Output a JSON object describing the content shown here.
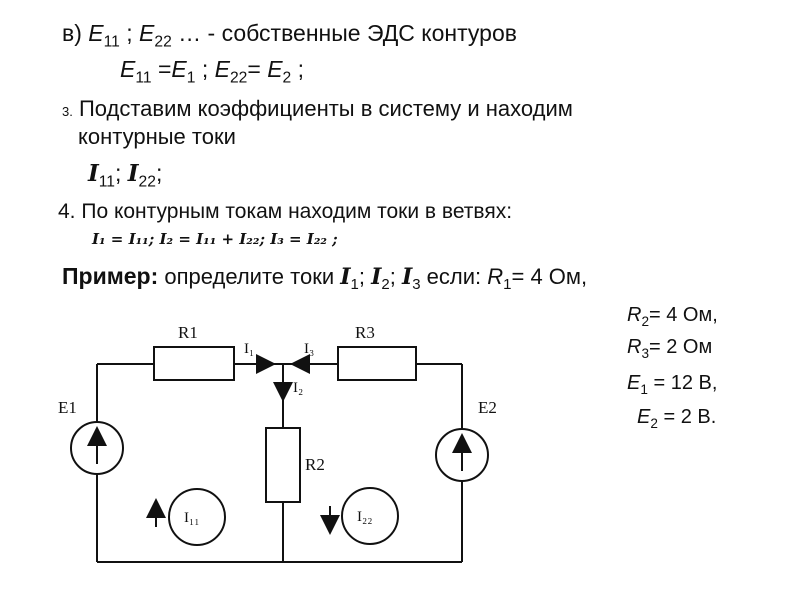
{
  "text": {
    "line1_prefix": "в) ",
    "line1_e": "E",
    "line1_sub1": "11",
    "line1_sep": " ; ",
    "line1_e2": "E",
    "line1_sub2": "22",
    "line1_rest": " … - собственные  ЭДС  контуров",
    "line2_e11": "E",
    "line2_e11_sub": "11",
    "line2_eq1": " =",
    "line2_e1": "E",
    "line2_e1_sub": "1",
    "line2_sep": " ;    ",
    "line2_e22": "E",
    "line2_e22_sub": "22",
    "line2_eq2": "= ",
    "line2_e2": "E",
    "line2_e2_sub": "2",
    "line2_end": "  ;",
    "step3_num": "3.",
    "step3_text_a": " Подставим коэффициенты в систему и находим",
    "step3_text_b": "контурные токи",
    "currents_i": "I",
    "currents_sub1": "11",
    "currents_sep": ";   ",
    "currents_i2": "I",
    "currents_sub2": "22",
    "currents_end": ";",
    "step4": "4.  По контурным токам находим токи в ветвях:",
    "branch_formula": "I₁ = I₁₁;       I₂ = I₁₁ + I₂₂;       I₃ = I₂₂ ;",
    "example_label": "Пример:",
    "example_text": " определите токи  ",
    "ex_i1": "I",
    "ex_i1_sub": "1",
    "ex_sep1": "; ",
    "ex_i2": "I",
    "ex_i2_sub": "2",
    "ex_sep2": "; ",
    "ex_i3": "I",
    "ex_i3_sub": "3",
    "ex_if": "  если: ",
    "r1_sym": "R",
    "r1_sub": "1",
    "r1_val": "= 4 Ом,",
    "r2_sym": "R",
    "r2_sub": "2",
    "r2_val": "= 4 Ом,",
    "r3_sym": "R",
    "r3_sub": "3",
    "r3_val": "= 2 Ом",
    "e1_sym": "E",
    "e1_sub": "1",
    "e1_val": " = 12 В,",
    "e2_sym": "E",
    "e2_sub": "2",
    "e2_val": " = 2 В."
  },
  "circuit": {
    "r1_label": "R1",
    "r2_label": "R2",
    "r3_label": "R3",
    "e1_label": "E1",
    "e2_label": "E2",
    "i1_label": "I₁",
    "i2_label": "I₂",
    "i3_label": "I₃",
    "i11_label": "I₁₁",
    "i22_label": "I₂₂"
  }
}
